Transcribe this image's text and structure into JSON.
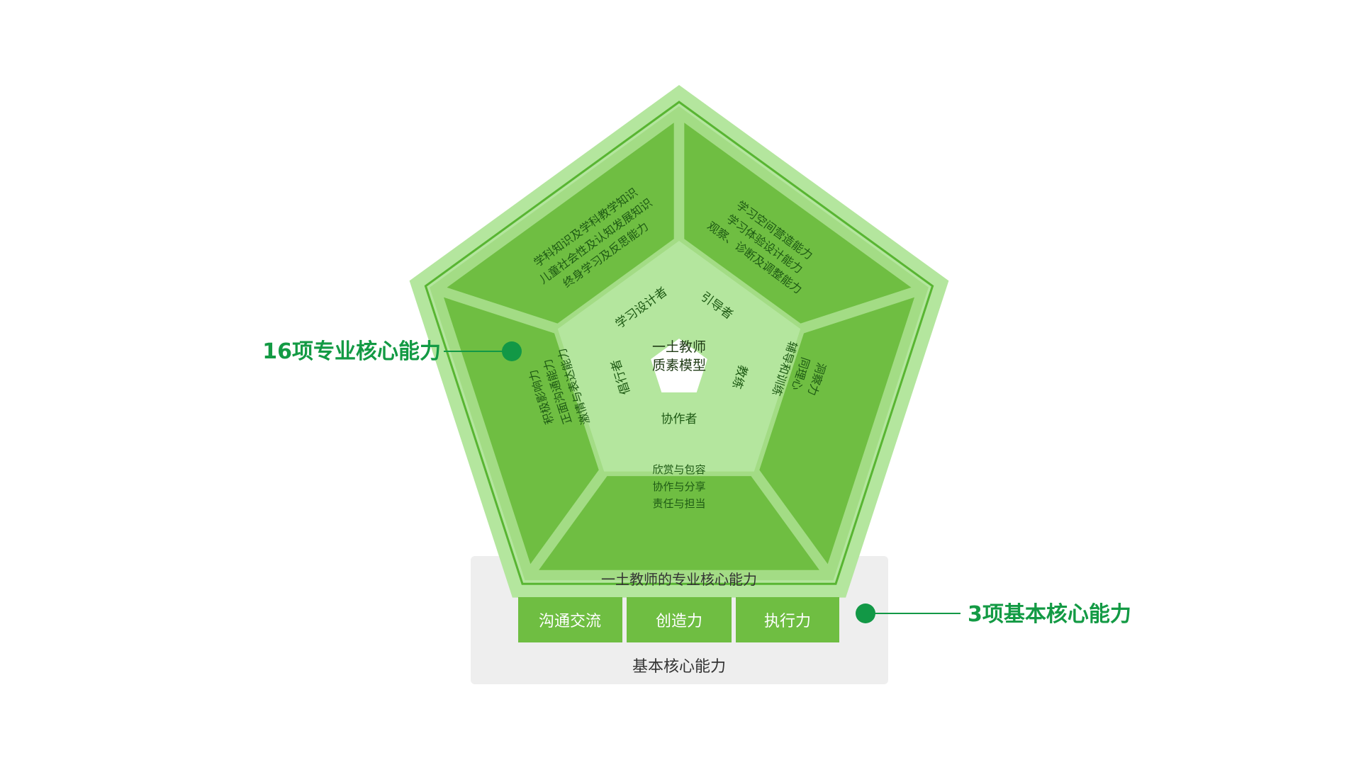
{
  "model": {
    "center_lines": [
      "一土教师",
      "质素模型"
    ],
    "roles": [
      "学习设计者",
      "引导者",
      "教练",
      "协作者",
      "倡行者"
    ],
    "competency_groups": [
      [
        "学科知识及学科教学知识",
        "儿童社会性及认知发展知识",
        "终身学习及反思能力"
      ],
      [
        "学习空间营造能力",
        "学习体验设计能力",
        "观察、诊断及调整能力"
      ],
      [
        "洞察力",
        "同理心",
        "辅导和训练"
      ],
      [
        "欣赏与包容",
        "协作与分享",
        "责任与担当"
      ],
      [
        "积极影响力",
        "正面沟通能力",
        "激情与表达能力"
      ]
    ]
  },
  "base": {
    "title": "一土教师的专业核心能力",
    "skills": [
      "沟通交流",
      "创造力",
      "执行力"
    ],
    "caption": "基本核心能力"
  },
  "callouts": {
    "left": "16项专业核心能力",
    "right": "3项基本核心能力"
  },
  "colors": {
    "outer_ring": "#b4e69e",
    "ring_stroke": "#58b532",
    "outer_band": "#a3dc85",
    "segment": "#6fbe42",
    "text_dark": "#1e5a14",
    "marker": "#129846",
    "callout_text": "#139a44",
    "base_panel": "#eeeeee",
    "base_text": "#333333"
  }
}
